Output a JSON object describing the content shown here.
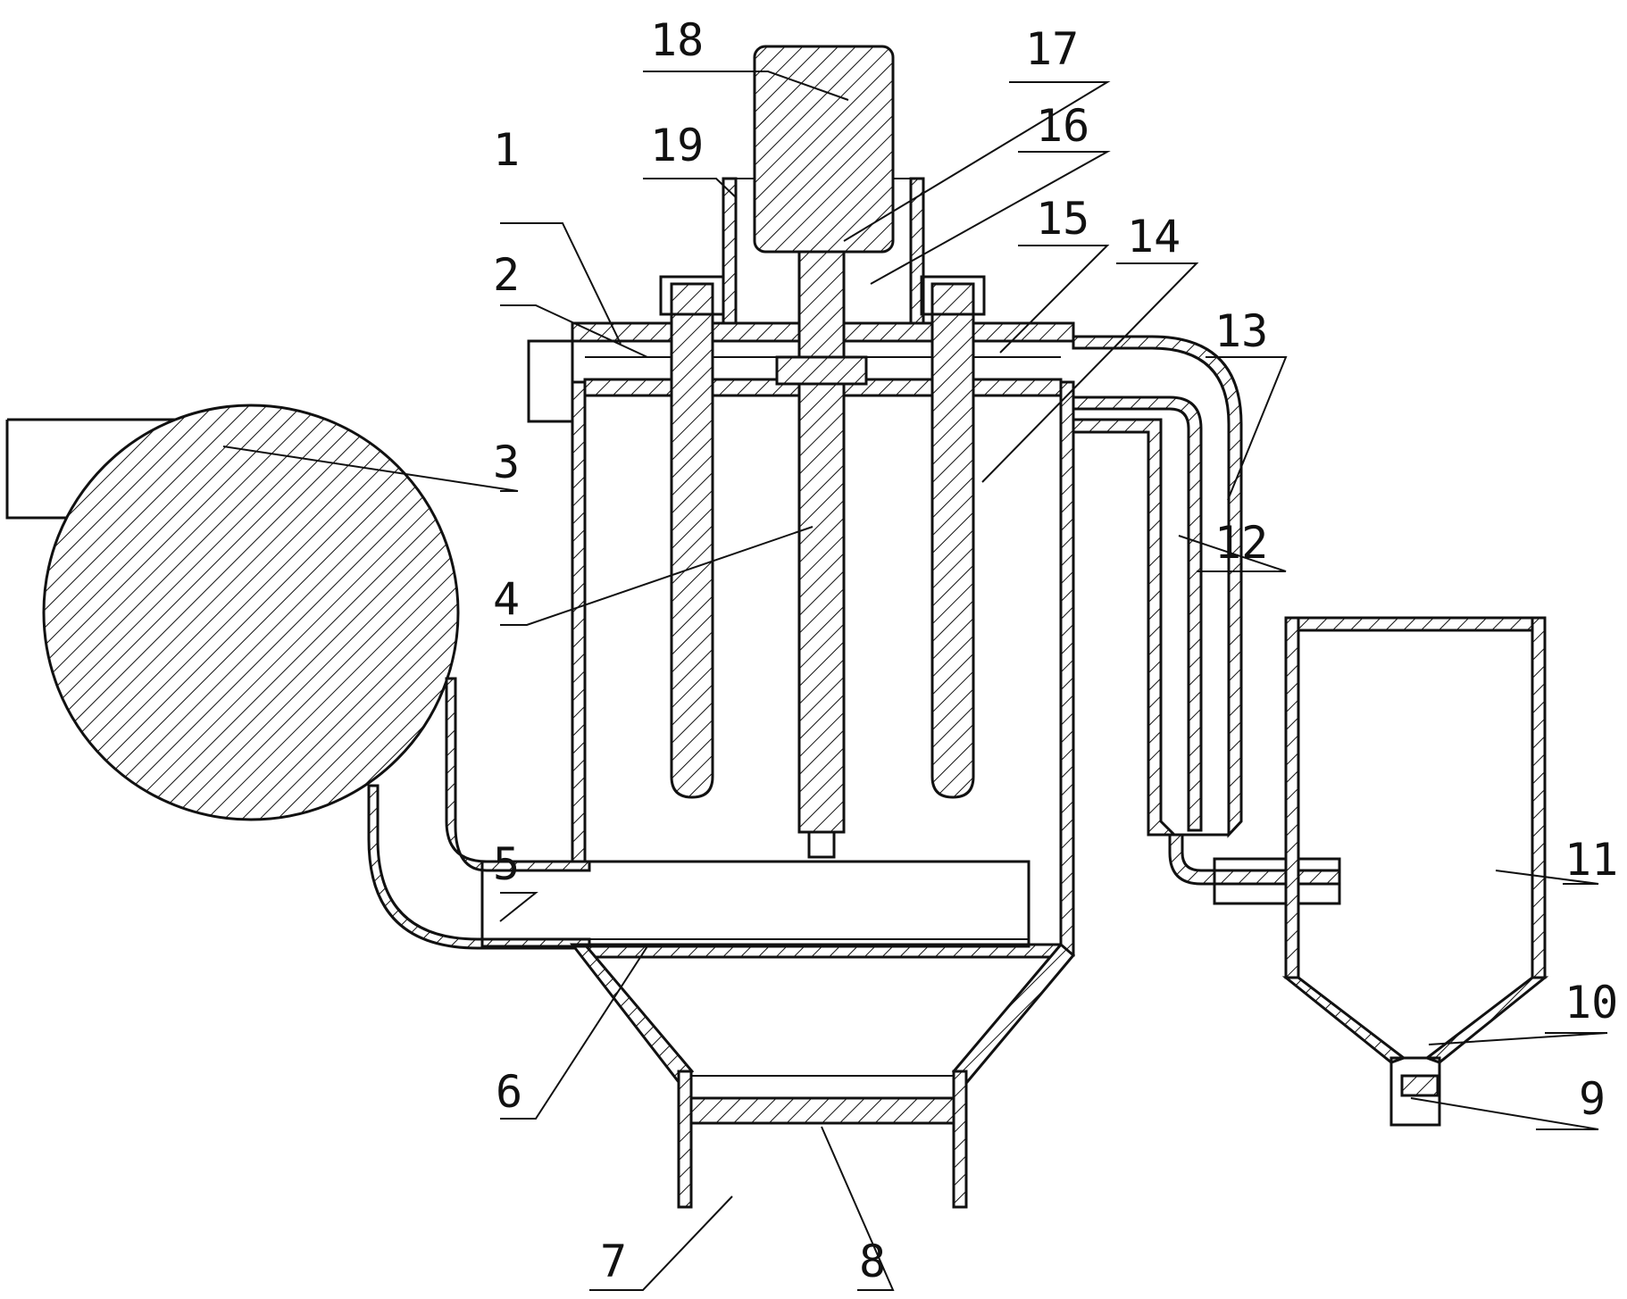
{
  "colors": {
    "ink": "#111111",
    "paper": "#ffffff"
  },
  "labels": {
    "l1": "1",
    "l2": "2",
    "l3": "3",
    "l4": "4",
    "l5": "5",
    "l6": "6",
    "l7": "7",
    "l8": "8",
    "l9": "9",
    "l10": "10",
    "l11": "11",
    "l12": "12",
    "l13": "13",
    "l14": "14",
    "l15": "15",
    "l16": "16",
    "l17": "17",
    "l18": "18",
    "l19": "19"
  }
}
